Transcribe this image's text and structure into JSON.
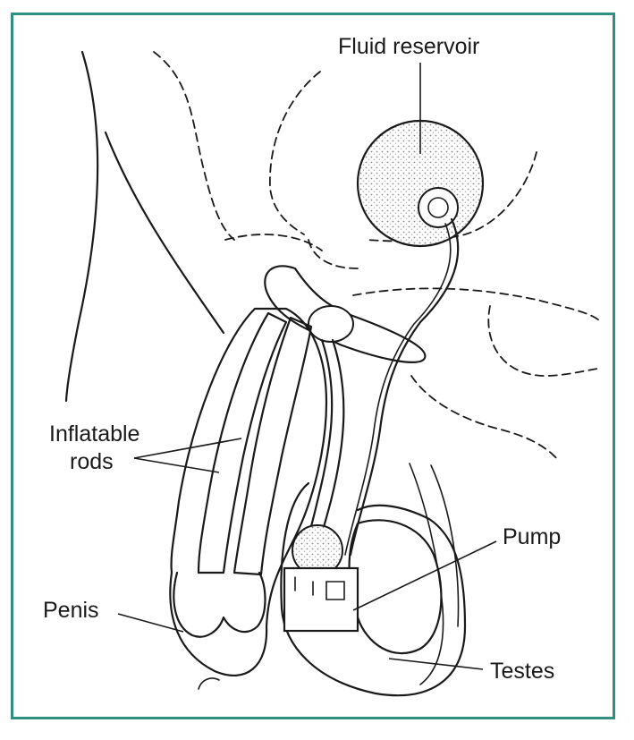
{
  "colors": {
    "frame": "#2f8f80",
    "ink": "#1a1a1a",
    "stipple": "#bdbdbd"
  },
  "labels": {
    "fluid_reservoir": "Fluid reservoir",
    "inflatable_rods_line1": "Inflatable",
    "inflatable_rods_line2": "rods",
    "pump": "Pump",
    "penis": "Penis",
    "testes": "Testes"
  }
}
